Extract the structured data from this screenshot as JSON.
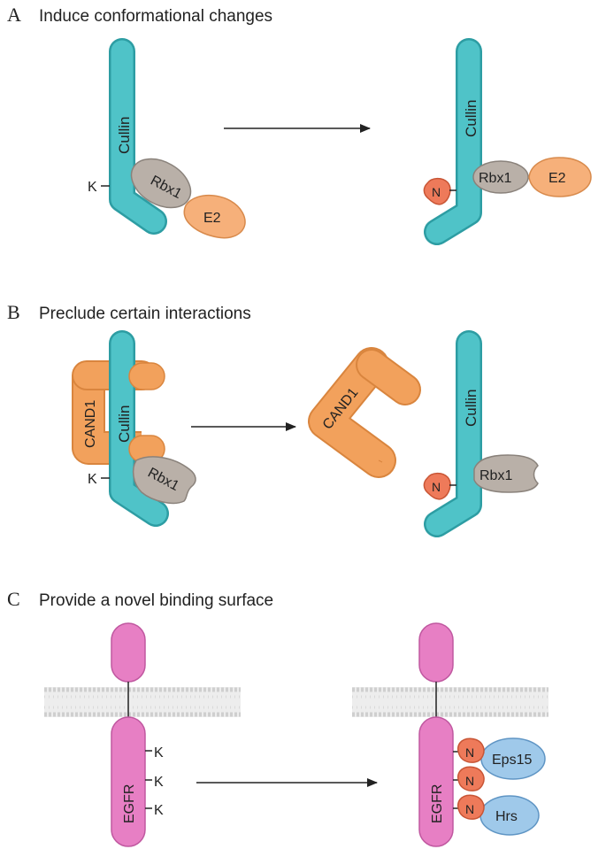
{
  "panels": [
    {
      "letter": "A",
      "title": "Induce conformational changes"
    },
    {
      "letter": "B",
      "title": "Preclude certain interactions"
    },
    {
      "letter": "C",
      "title": "Provide a novel binding surface"
    }
  ],
  "labels": {
    "cullin": "Cullin",
    "rbx1": "Rbx1",
    "e2": "E2",
    "cand1": "CAND1",
    "egfr": "EGFR",
    "eps15": "Eps15",
    "hrs": "Hrs",
    "lysine": "K",
    "nedd8": "N"
  },
  "colors": {
    "cullin": "#4fc3c8",
    "rbx1": "#b9b0a8",
    "e2": "#f6b07a",
    "cand1": "#f2a15c",
    "egfr": "#e77fc4",
    "nedd8": "#ee7a5a",
    "adaptor": "#9fc9ea",
    "membrane": "#d5d5d5"
  }
}
